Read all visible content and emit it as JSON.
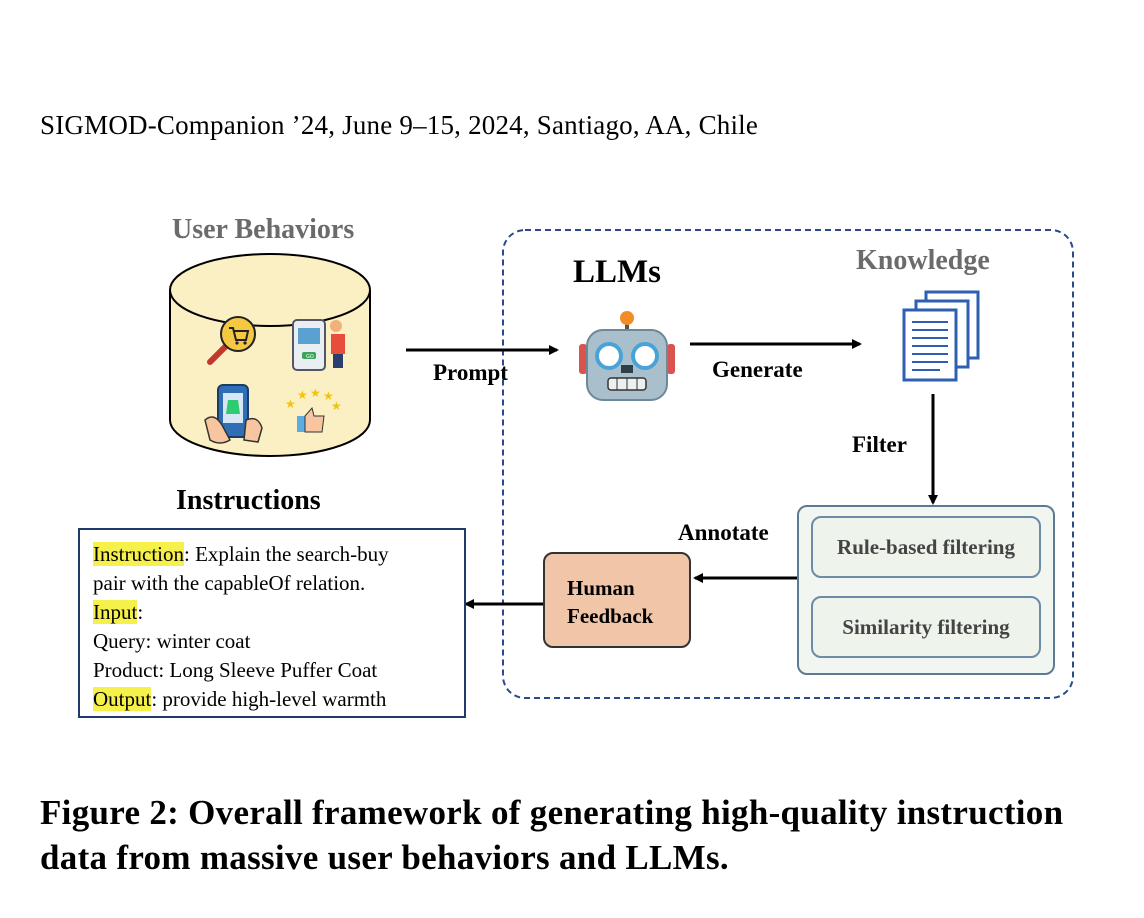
{
  "header": {
    "venue": "SIGMOD-Companion ’24, June 9–15, 2024, Santiago, AA, Chile"
  },
  "diagram": {
    "user_behaviors_title": "User Behaviors",
    "llms_title": "LLMs",
    "knowledge_title": "Knowledge",
    "prompt_label": "Prompt",
    "generate_label": "Generate",
    "filter_label": "Filter",
    "annotate_label": "Annotate",
    "instructions_title": "Instructions",
    "human_feedback": {
      "line1": "Human",
      "line2": "Feedback"
    },
    "filters": [
      "Rule-based filtering",
      "Similarity filtering"
    ],
    "app_badge": "GO",
    "instructions_box": {
      "instruction_key": "Instruction",
      "instruction_text": ": Explain the search-buy",
      "instruction_text2": "pair with the capableOf relation.",
      "input_key": "Input",
      "input_colon": ":",
      "query_line": "Query:  winter coat",
      "product_line": "Product:  Long Sleeve Puffer Coat",
      "output_key": "Output",
      "output_text": ":  provide high-level warmth"
    }
  },
  "caption": "Figure 2: Overall framework of generating high-quality instruction data from massive user behaviors and LLMs."
}
